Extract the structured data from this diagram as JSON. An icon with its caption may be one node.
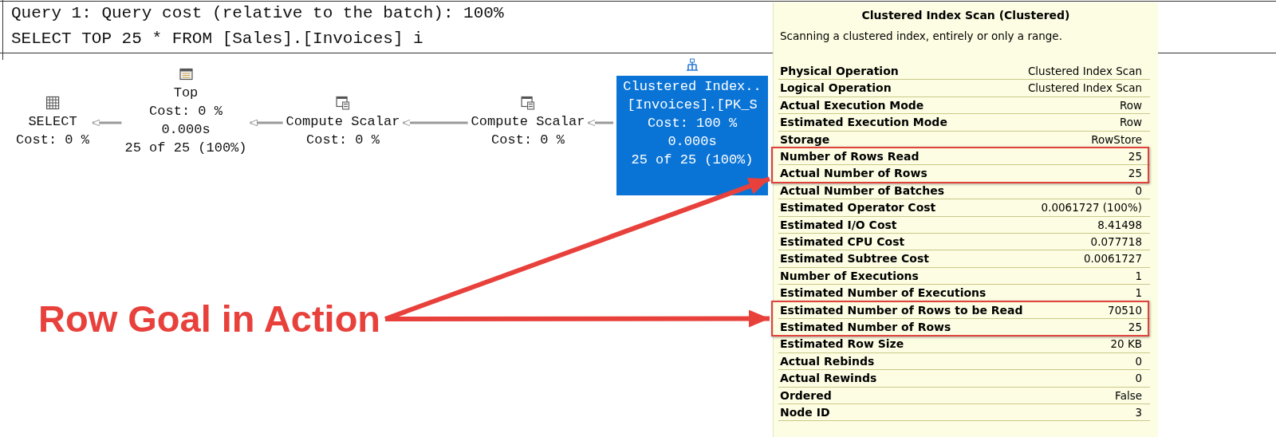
{
  "diagram": {
    "nodes": [
      {
        "text": [
          "SELECT",
          "Cost: 0 %"
        ]
      },
      {
        "text": [
          "Top",
          "Cost: 0 %",
          "0.000s",
          "25 of 25 (100%)"
        ]
      },
      {
        "text": [
          "Compute Scalar",
          "Cost: 0 %"
        ]
      },
      {
        "text": [
          "Compute Scalar",
          "Cost: 0 %"
        ]
      },
      {
        "text": [
          "Clustered Index..",
          "[Invoices].[PK_S",
          "Cost: 100 %",
          "0.000s",
          "25 of 25 (100%)"
        ]
      },
      {
        "text": [
          "Clustered Index Scan (Clustered)",
          "Scanning a clustered index, entirely or only a range."
        ]
      },
      {
        "text": [],
        "shape": "box",
        "in": 5
      },
      {
        "text": [],
        "shape": "box",
        "in": 5
      },
      {
        "text": [
          "Row Goal in Action"
        ]
      }
    ],
    "edges": [
      {
        "from": 1,
        "to": 0,
        "arrow": "to"
      },
      {
        "from": 2,
        "to": 1,
        "arrow": "to"
      },
      {
        "from": 3,
        "to": 2,
        "arrow": "to"
      },
      {
        "from": 4,
        "to": 3,
        "arrow": "to"
      },
      {
        "from": 8,
        "to": 6,
        "arrow": "to",
        "style": "thick",
        "color": "#e8413c"
      },
      {
        "from": 8,
        "to": 7,
        "arrow": "to",
        "style": "thick",
        "color": "#e8413c"
      }
    ],
    "labels": [
      "Query 1: Query cost (relative to the batch): 100%",
      "SELECT TOP 25 * FROM [Sales].[Invoices] i",
      "Physical Operation",
      "Clustered Index Scan",
      "Logical Operation",
      "Clustered Index Scan",
      "Actual Execution Mode",
      "Row",
      "Estimated Execution Mode",
      "Row",
      "Storage",
      "RowStore",
      "Number of Rows Read",
      "25",
      "Actual Number of Rows",
      "25",
      "Actual Number of Batches",
      "0",
      "Estimated Operator Cost",
      "0.0061727 (100%)",
      "Estimated I/O Cost",
      "8.41498",
      "Estimated CPU Cost",
      "0.077718",
      "Estimated Subtree Cost",
      "0.0061727",
      "Number of Executions",
      "1",
      "Estimated Number of Executions",
      "1",
      "Estimated Number of Rows to be Read",
      "70510",
      "Estimated Number of Rows",
      "25",
      "Estimated Row Size",
      "20 KB",
      "Actual Rebinds",
      "0",
      "Actual Rewinds",
      "0",
      "Ordered",
      "False",
      "Node ID",
      "3"
    ]
  }
}
